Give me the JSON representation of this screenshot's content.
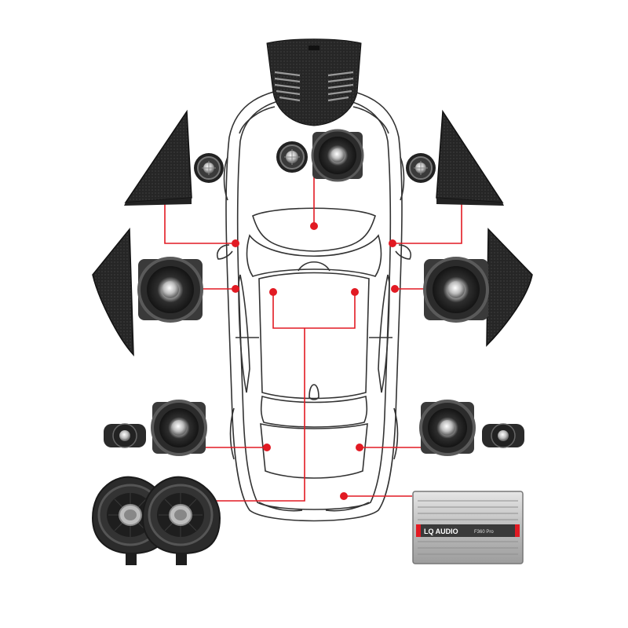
{
  "amplifier": {
    "brand": "LQ AUDIO",
    "model": "F360 Pro"
  },
  "colors": {
    "connector": "#e21a23",
    "speaker_body": "#2b2b2b",
    "speaker_ring": "#5a5a5a",
    "grille": "#1e1e1e",
    "car_outline": "#333333",
    "amp_body": "#c9c9c9"
  },
  "components": [
    {
      "id": "dash-center-grille",
      "label": "",
      "icon": "dashboard-speaker-grille-icon"
    },
    {
      "id": "center-tweeter",
      "label": "",
      "icon": "tweeter-icon"
    },
    {
      "id": "center-midrange",
      "label": "",
      "icon": "speaker-icon"
    },
    {
      "id": "left-a-pillar-cover",
      "label": "",
      "icon": "a-pillar-cover-icon"
    },
    {
      "id": "left-tweeter",
      "label": "",
      "icon": "tweeter-icon"
    },
    {
      "id": "right-a-pillar-cover",
      "label": "",
      "icon": "a-pillar-cover-icon"
    },
    {
      "id": "right-tweeter",
      "label": "",
      "icon": "tweeter-icon"
    },
    {
      "id": "left-door-grille",
      "label": "",
      "icon": "door-grille-icon"
    },
    {
      "id": "left-front-midrange",
      "label": "",
      "icon": "speaker-icon"
    },
    {
      "id": "right-door-grille",
      "label": "",
      "icon": "door-grille-icon"
    },
    {
      "id": "right-front-midrange",
      "label": "",
      "icon": "speaker-icon"
    },
    {
      "id": "left-rear-tweeter",
      "label": "",
      "icon": "tweeter-icon"
    },
    {
      "id": "left-rear-midrange",
      "label": "",
      "icon": "speaker-icon"
    },
    {
      "id": "right-rear-midrange",
      "label": "",
      "icon": "speaker-icon"
    },
    {
      "id": "right-rear-tweeter",
      "label": "",
      "icon": "tweeter-icon"
    },
    {
      "id": "underseat-subwoofer-pair",
      "label": "",
      "icon": "subwoofer-icon"
    },
    {
      "id": "amplifier",
      "label": "",
      "icon": "amplifier-icon"
    }
  ]
}
